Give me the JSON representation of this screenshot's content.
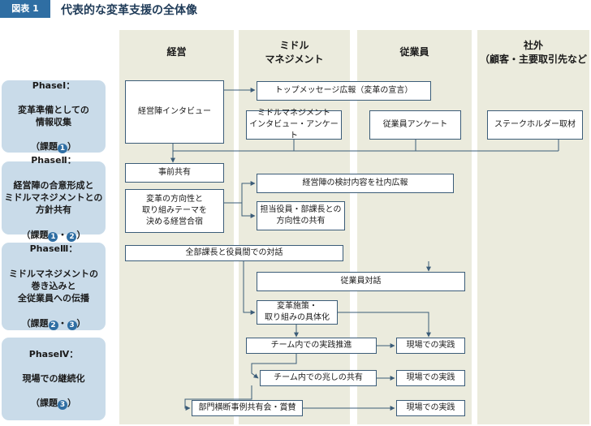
{
  "figure": {
    "label": "図表 1",
    "title": "代表的な変革支援の全体像"
  },
  "columns": [
    {
      "header": "経営"
    },
    {
      "header": "ミドル\nマネジメント"
    },
    {
      "header": "従業員"
    },
    {
      "header": "社外\n（顧客・主要取引先など"
    }
  ],
  "phases": [
    {
      "name": "PhaseⅠ：",
      "text": "変革準備としての\n情報収集",
      "issue_prefix": "（課題",
      "issue_sep": "",
      "issue_suffix": "）",
      "issues": [
        "1"
      ]
    },
    {
      "name": "PhaseⅡ：",
      "text": "経営陣の合意形成と\nミドルマネジメントとの\n方針共有",
      "issue_prefix": "（課題",
      "issue_sep": "・",
      "issue_suffix": "）",
      "issues": [
        "1",
        "2"
      ]
    },
    {
      "name": "PhaseⅢ：",
      "text": "ミドルマネジメントの\n巻き込みと\n全従業員への伝播",
      "issue_prefix": "（課題",
      "issue_sep": "・",
      "issue_suffix": "）",
      "issues": [
        "2",
        "3"
      ]
    },
    {
      "name": "PhaseⅣ：",
      "text": "現場での継続化",
      "issue_prefix": "（課題",
      "issue_sep": "",
      "issue_suffix": "）",
      "issues": [
        "3"
      ]
    }
  ],
  "boxes": {
    "executive_interview": "経営陣インタビュー",
    "top_message": "トップメッセージ広報（変革の宣言）",
    "middle_interview": "ミドルマネジメント\nインタビュー・アンケート",
    "employee_survey": "従業員アンケート",
    "stakeholder_interview": "ステークホルダー取材",
    "pre_share": "事前共有",
    "exec_review_pr": "経営陣の検討内容を社内広報",
    "direction_consensus": "変革の方向性と\n取り組みテーマを\n決める経営合宿",
    "direction_share": "担当役員・部課長との\n方向性の共有",
    "all_manager_dialogue": "全部課長と役員間での対話",
    "employee_dialogue": "従業員対話",
    "concretize": "変革施策・\n取り組みの具体化",
    "team_practice": "チーム内での実践推進",
    "field_practice_1": "現場での実践",
    "team_signs": "チーム内での兆しの共有",
    "field_practice_2": "現場での実践",
    "cross_dept_sharing": "部門横断事例共有会・賞賛",
    "field_practice_3": "現場での実践"
  }
}
